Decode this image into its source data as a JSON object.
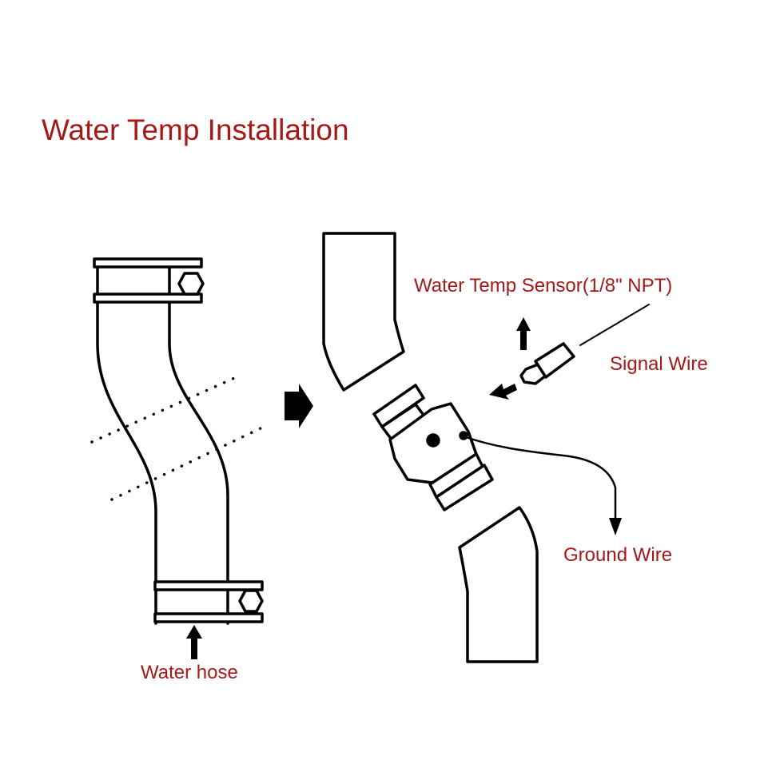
{
  "colors": {
    "label": "#a51919",
    "line": "#000000",
    "background": "#ffffff"
  },
  "title": "Water Temp Installation",
  "labels": {
    "sensor": "Water Temp Sensor(1/8\"  NPT)",
    "signal_wire": "Signal Wire",
    "ground_wire": "Ground Wire",
    "water_hose": "Water hose"
  }
}
